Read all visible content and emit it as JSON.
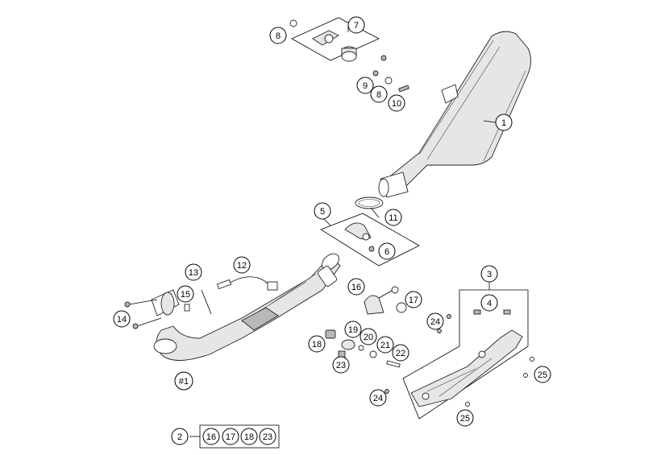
{
  "callouts": {
    "c1": "1",
    "c2": "2",
    "c3": "3",
    "c4": "4",
    "c5": "5",
    "c6": "6",
    "c7": "7",
    "c8a": "8",
    "c8b": "8",
    "c9": "9",
    "c10": "10",
    "c11": "11",
    "c12": "12",
    "c13": "13",
    "c14": "14",
    "c15": "15",
    "c16a": "16",
    "c17a": "17",
    "c18": "18",
    "c19": "19",
    "c20": "20",
    "c21": "21",
    "c22": "22",
    "c23a": "23",
    "c24a": "24",
    "c24b": "24",
    "c25a": "25",
    "c25b": "25",
    "h1": "#1"
  },
  "kit": {
    "label": "2",
    "items": [
      "16",
      "17",
      "18",
      "23"
    ]
  }
}
